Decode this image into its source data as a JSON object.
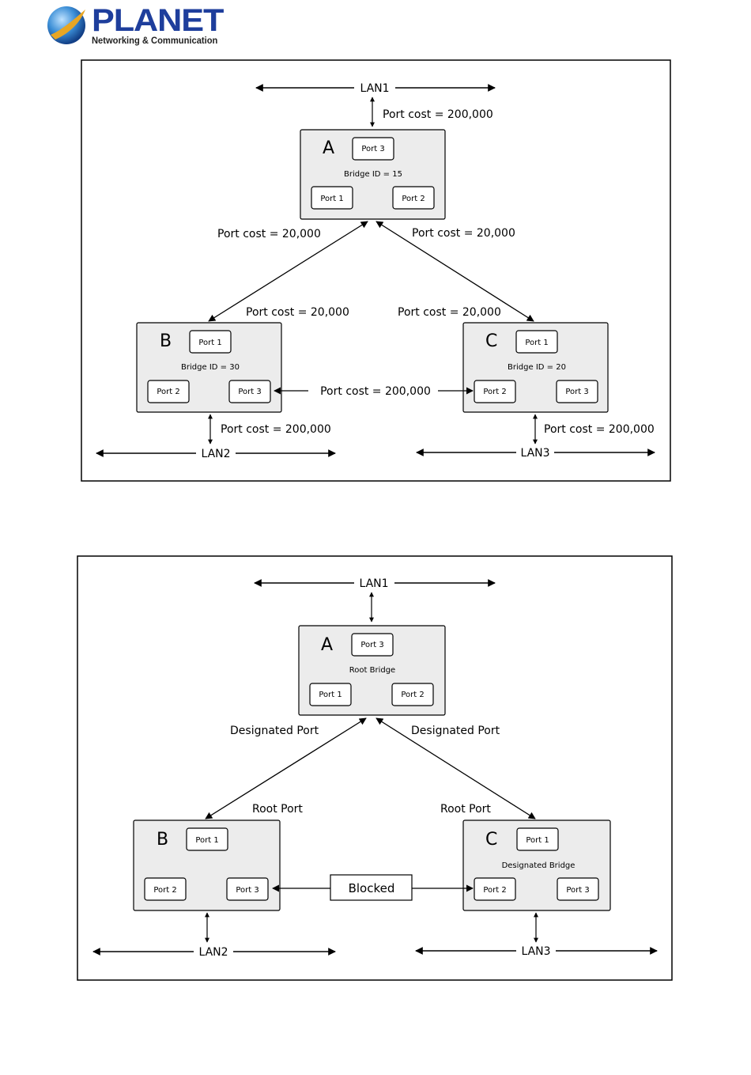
{
  "logo": {
    "brand": "PLANET",
    "tagline": "Networking & Communication",
    "colors": {
      "brand_blue": "#1e3e9c",
      "globe": "#3b8ed6",
      "swoosh": "#e8a623"
    }
  },
  "diagram1": {
    "lans": {
      "lan1": "LAN1",
      "lan2": "LAN2",
      "lan3": "LAN3"
    },
    "bridges": {
      "a": {
        "letter": "A",
        "info": "Bridge ID = 15",
        "top_port": "Port 3",
        "left_port": "Port 1",
        "right_port": "Port 2"
      },
      "b": {
        "letter": "B",
        "info": "Bridge ID = 30",
        "top_port": "Port 1",
        "left_port": "Port 2",
        "right_port": "Port 3"
      },
      "c": {
        "letter": "C",
        "info": "Bridge ID = 20",
        "top_port": "Port 1",
        "left_port": "Port 2",
        "right_port": "Port 3"
      }
    },
    "labels": {
      "lan1_cost": "Port cost = 200,000",
      "a_left_cost": "Port cost = 20,000",
      "a_right_cost": "Port cost = 20,000",
      "b_top_cost": "Port cost = 20,000",
      "c_top_cost": "Port cost = 20,000",
      "bc_cost": "Port cost = 200,000",
      "lan2_cost": "Port cost = 200,000",
      "lan3_cost": "Port cost = 200,000"
    }
  },
  "diagram2": {
    "lans": {
      "lan1": "LAN1",
      "lan2": "LAN2",
      "lan3": "LAN3"
    },
    "bridges": {
      "a": {
        "letter": "A",
        "info": "Root Bridge",
        "top_port": "Port 3",
        "left_port": "Port 1",
        "right_port": "Port 2"
      },
      "b": {
        "letter": "B",
        "info": "",
        "top_port": "Port 1",
        "left_port": "Port 2",
        "right_port": "Port 3"
      },
      "c": {
        "letter": "C",
        "info": "Designated Bridge",
        "top_port": "Port 1",
        "left_port": "Port 2",
        "right_port": "Port 3"
      }
    },
    "labels": {
      "a_left": "Designated Port",
      "a_right": "Designated Port",
      "b_top": "Root Port",
      "c_top": "Root Port",
      "blocked": "Blocked"
    }
  }
}
